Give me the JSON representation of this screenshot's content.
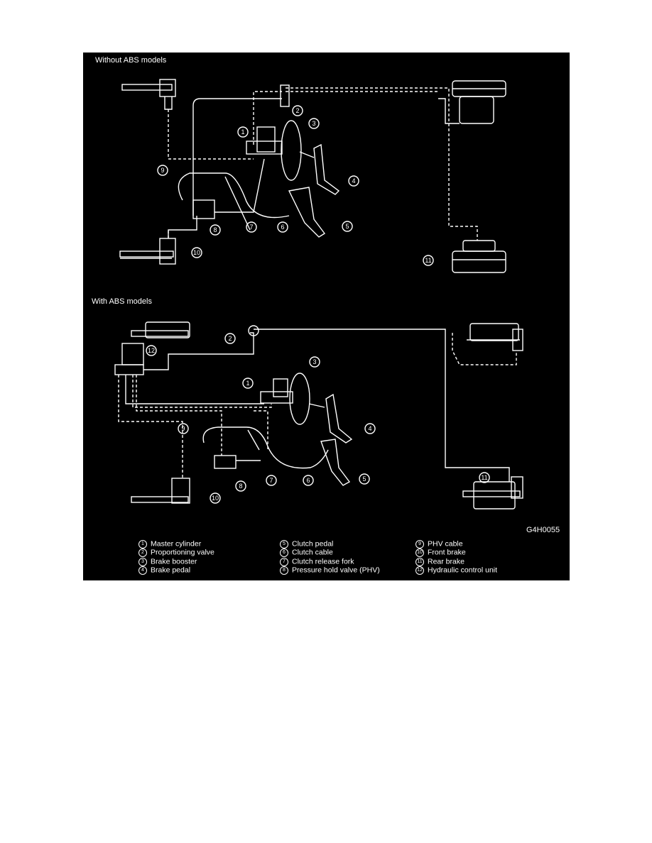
{
  "diagram": {
    "section_top_title": "Without ABS models",
    "section_bottom_title": "With ABS models",
    "figure_code": "G4H0055",
    "callouts_top": [
      "1",
      "2",
      "3",
      "4",
      "5",
      "6",
      "7",
      "8",
      "9",
      "10",
      "11"
    ],
    "callouts_bottom": [
      "1",
      "2",
      "3",
      "4",
      "5",
      "6",
      "7",
      "8",
      "9",
      "10",
      "11",
      "12"
    ],
    "legend": [
      {
        "num": "1",
        "label": "Master cylinder"
      },
      {
        "num": "2",
        "label": "Proportioning valve"
      },
      {
        "num": "3",
        "label": "Brake booster"
      },
      {
        "num": "4",
        "label": "Brake pedal"
      },
      {
        "num": "5",
        "label": "Clutch pedal"
      },
      {
        "num": "6",
        "label": "Clutch cable"
      },
      {
        "num": "7",
        "label": "Clutch release fork"
      },
      {
        "num": "8",
        "label": "Pressure hold valve (PHV)"
      },
      {
        "num": "9",
        "label": "PHV cable"
      },
      {
        "num": "10",
        "label": "Front brake"
      },
      {
        "num": "11",
        "label": "Rear brake"
      },
      {
        "num": "12",
        "label": "Hydraulic control unit"
      }
    ]
  },
  "colors": {
    "background": "#000000",
    "ink": "#ffffff",
    "page": "#ffffff"
  }
}
